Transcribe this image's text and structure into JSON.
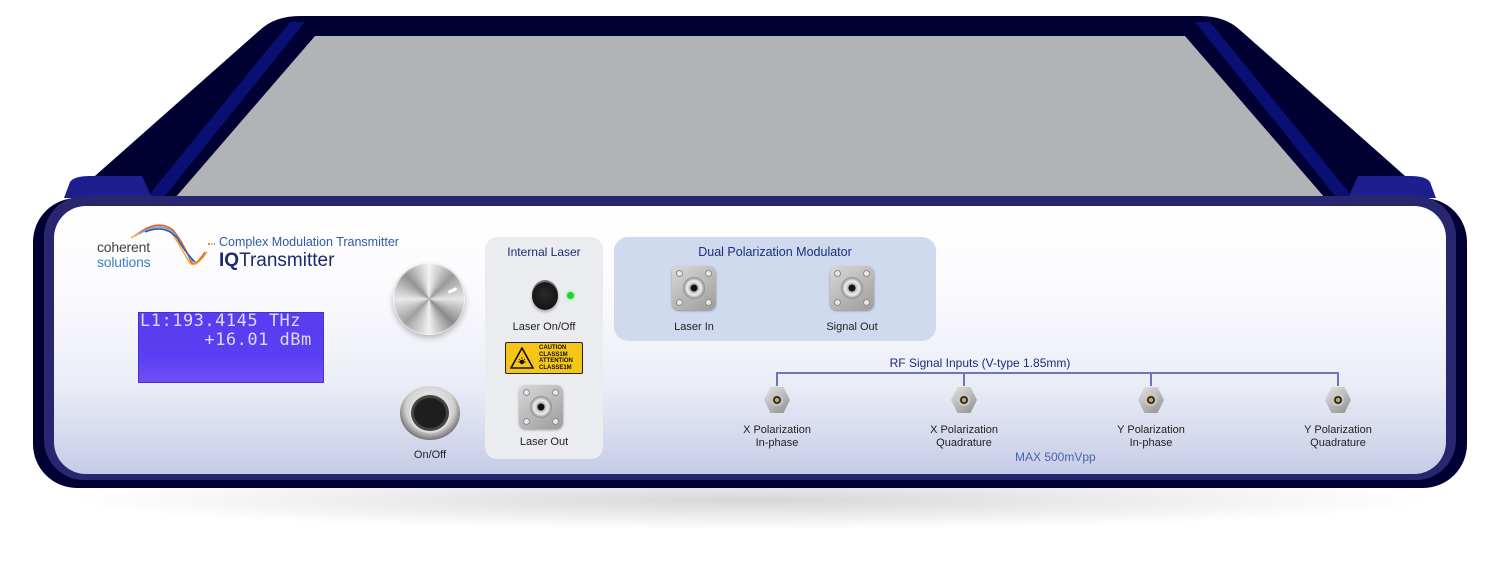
{
  "device": {
    "brand": {
      "line1": "coherent",
      "line2": "solutions"
    },
    "product_subtitle": "Complex Modulation Transmitter",
    "product_name_bold": "IQ",
    "product_name_rest": "Transmitter",
    "colors": {
      "chassis_dark": "#000033",
      "chassis_rim": "#27266f",
      "chassis_highlight": "#0a0f73",
      "top_surface": "#b2b3b7",
      "lcd_bg": "#5a3ef2",
      "lcd_text": "#d6ddff",
      "panel_box": "#cfdaee",
      "label_blue": "#1c2d7a",
      "led_green": "#23d12e"
    }
  },
  "display": {
    "line1": "L1:193.4145 THz",
    "line2": "      +16.01 dBm"
  },
  "controls": {
    "knob": {
      "icon": "rotary-knob-icon"
    },
    "power_button": {
      "label": "On/Off",
      "icon": "power-button-icon"
    }
  },
  "internal_laser": {
    "title": "Internal Laser",
    "button_label": "Laser On/Off",
    "led_status": "on",
    "caution_label": [
      "CAUTION",
      "CLASS1M",
      "ATTENTION",
      "CLASSE1M"
    ],
    "output_label": "Laser Out"
  },
  "dual_polarization_modulator": {
    "title": "Dual Polarization Modulator",
    "ports": [
      {
        "label": "Laser In"
      },
      {
        "label": "Signal Out"
      }
    ]
  },
  "rf_inputs": {
    "title": "RF Signal Inputs (V-type 1.85mm)",
    "max_label": "MAX 500mVpp",
    "ports": [
      {
        "line1": "X Polarization",
        "line2": "In-phase"
      },
      {
        "line1": "X Polarization",
        "line2": "Quadrature"
      },
      {
        "line1": "Y Polarization",
        "line2": "In-phase"
      },
      {
        "line1": "Y Polarization",
        "line2": "Quadrature"
      }
    ]
  }
}
